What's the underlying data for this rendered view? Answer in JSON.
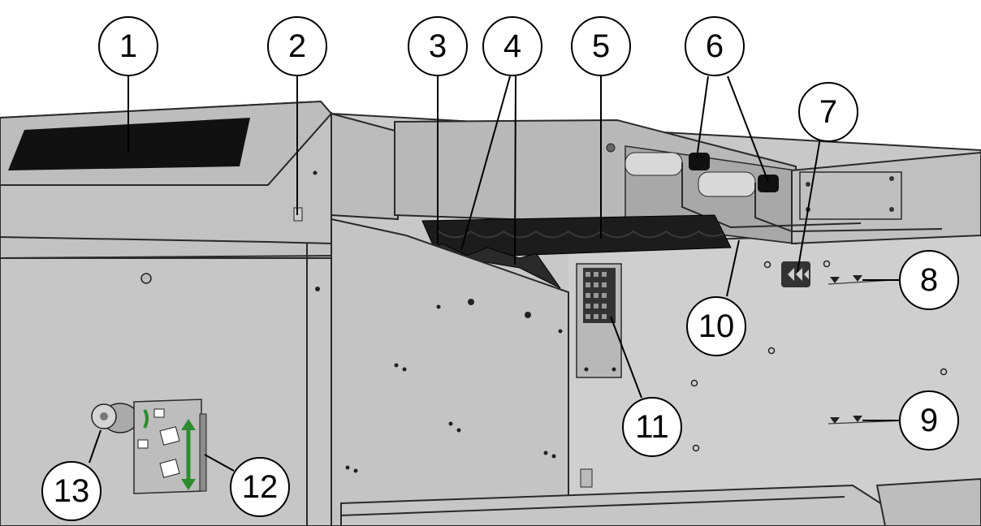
{
  "callouts": [
    {
      "id": "1",
      "label": "1"
    },
    {
      "id": "2",
      "label": "2"
    },
    {
      "id": "3",
      "label": "3"
    },
    {
      "id": "4",
      "label": "4"
    },
    {
      "id": "5",
      "label": "5"
    },
    {
      "id": "6",
      "label": "6"
    },
    {
      "id": "7",
      "label": "7"
    },
    {
      "id": "8",
      "label": "8"
    },
    {
      "id": "9",
      "label": "9"
    },
    {
      "id": "10",
      "label": "10"
    },
    {
      "id": "11",
      "label": "11"
    },
    {
      "id": "12",
      "label": "12"
    },
    {
      "id": "13",
      "label": "13"
    }
  ],
  "colors": {
    "panel_light": "#d0d0d0",
    "panel_mid": "#b4b4b4",
    "panel_dark": "#8c8c8c",
    "window_black": "#111111",
    "roller_dark": "#1c1c1c",
    "label_green": "#2e8b2e",
    "plate": "#bdbdbd"
  }
}
